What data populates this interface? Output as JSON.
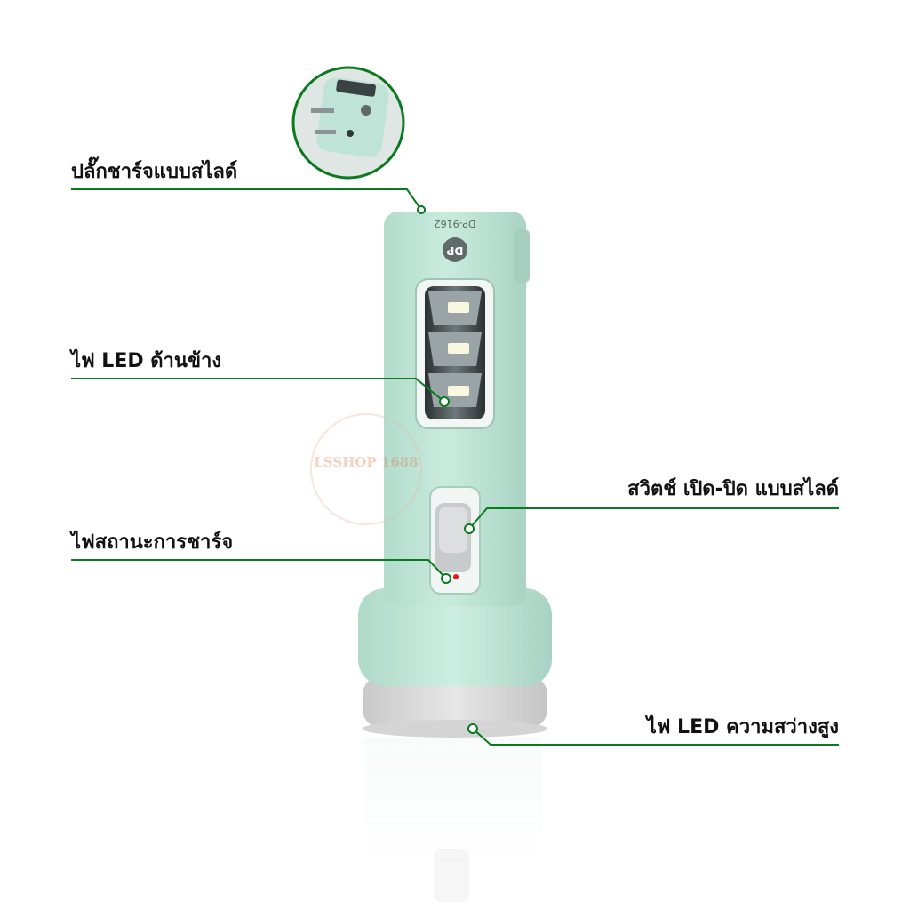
{
  "product": {
    "model": "DP-9162",
    "brand_mark": "DP",
    "watermark": "LSSHOP 1688",
    "colors": {
      "body": "#bfe3d6",
      "accent": "#0a7a1e",
      "base_ring": "#d9d9d9"
    }
  },
  "callouts": {
    "plug": "ปลั๊กชาร์จแบบสไลด์",
    "side_led": "ไฟ LED ด้านข้าง",
    "charge_status": "ไฟสถานะการชาร์จ",
    "switch": "สวิตช์ เปิด-ปิด แบบสไลด์",
    "main_led": "ไฟ LED ความสว่างสูง"
  }
}
